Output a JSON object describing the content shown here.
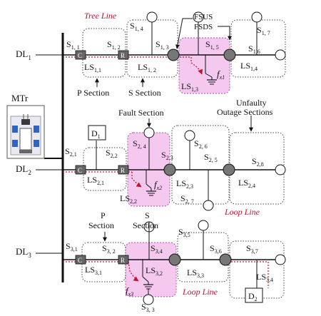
{
  "colors": {
    "line": "#111111",
    "dotted": "#444444",
    "red": "#c8102e",
    "pink_fill": "#f5c9ef",
    "pink_stroke": "#b050a8",
    "gray_switch": "#666666",
    "light_switch": "#9a9a9a",
    "transformer_fill": "#e9e9f4",
    "transformer_accent": "#2f63c4"
  },
  "icons": {
    "transformer": "substation-transformer-icon",
    "ground": "ground-fault-icon",
    "breaker": "circuit-breaker-box"
  },
  "labels": {
    "tree_line": "Tree Line",
    "fsus": "FSUS",
    "fsds": "FSDS",
    "mtr": "MTr",
    "fault_section": "Fault Section",
    "unfaulty_1": "Unfaulty",
    "unfaulty_2": "Outage Sections",
    "loop_line_1": "Loop Line",
    "loop_line_2": "Loop Line",
    "p_section_1": "P Section",
    "s_section_1": "S Section",
    "p_section_2a": "P",
    "p_section_2b": "Section",
    "s_section_2a": "S",
    "s_section_2b": "Section",
    "d1": "D",
    "d1_sub": "1",
    "d2": "D",
    "d2_sub": "2"
  },
  "feeders": [
    {
      "label": "DL",
      "sub": "1"
    },
    {
      "label": "DL",
      "sub": "2"
    },
    {
      "label": "DL",
      "sub": "3"
    }
  ],
  "boxes": {
    "c": "C",
    "r": "R"
  },
  "switches": {
    "s11": "S",
    "s11_sub": "1, 1",
    "s12": "S",
    "s12_sub": "1, 2",
    "s13": "S",
    "s13_sub": "1, 3",
    "s14": "S",
    "s14_sub": "1, 4",
    "s15": "S",
    "s15_sub": "1, 5",
    "s16": "S",
    "s16_sub": "1,6",
    "s17": "S",
    "s17_sub": "1, 7",
    "s21": "S",
    "s21_sub": "2,1",
    "s22": "S",
    "s22_sub": "2,2",
    "s23": "S",
    "s23_sub": "2,3",
    "s24": "S",
    "s24_sub": "2, 4",
    "s25": "S",
    "s25_sub": "2, 5",
    "s26": "S",
    "s26_sub": "2, 6",
    "s27": "S",
    "s27_sub": "2, 7",
    "s28": "S",
    "s28_sub": "2,8",
    "s31": "S",
    "s31_sub": "3,1",
    "s32": "S",
    "s32_sub": "3, 2",
    "s33": "S",
    "s33_sub": "3, 3",
    "s34": "S",
    "s34_sub": "3,4",
    "s35": "S",
    "s35_sub": "3,5",
    "s36": "S",
    "s36_sub": "3,6",
    "s37": "S",
    "s37_sub": "3,7"
  },
  "line_sections": {
    "ls11": "LS",
    "ls11_sub": "1,1",
    "ls12": "LS",
    "ls12_sub": "1, 2",
    "ls13": "LS",
    "ls13_sub": "1,3",
    "ls14": "LS",
    "ls14_sub": "1,4",
    "ls21": "LS",
    "ls21_sub": "2,1",
    "ls22": "LS",
    "ls22_sub": "2,2",
    "ls23": "LS",
    "ls23_sub": "2,3",
    "ls24": "LS",
    "ls24_sub": "2,4",
    "ls31": "LS",
    "ls31_sub": "3,1",
    "ls32": "LS",
    "ls32_sub": "3,2",
    "ls33": "LS",
    "ls33_sub": "3,3",
    "ls34": "LS",
    "ls34_sub": "3,4"
  },
  "faults": {
    "fx1": "f",
    "fx1_sub": "x1",
    "fx2": "f",
    "fx2_sub": "x2",
    "fx3": "f",
    "fx3_sub": "x3"
  }
}
